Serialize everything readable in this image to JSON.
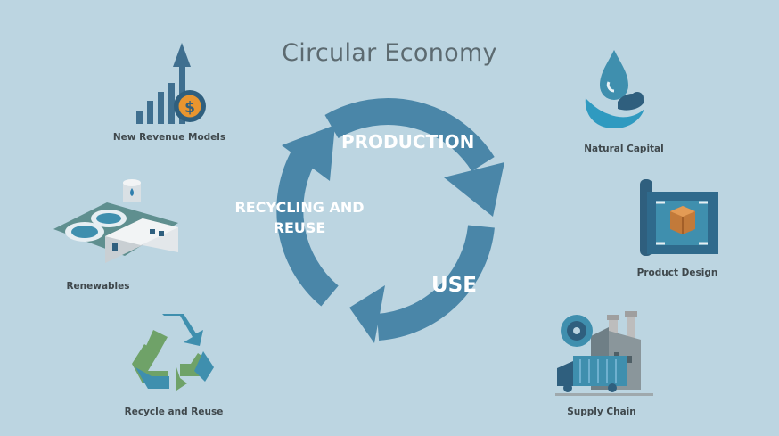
{
  "diagram": {
    "title": "Circular Economy",
    "cycle": {
      "production": "PRODUCTION",
      "recycling_line1": "RECYCLING AND",
      "recycling_line2": "REUSE",
      "use": "USE"
    },
    "nodes": {
      "new_revenue_models": {
        "label": "New Revenue Models",
        "icon": "revenue-chart-icon"
      },
      "renewables": {
        "label": "Renewables",
        "icon": "water-treatment-plant-icon"
      },
      "recycle_and_reuse": {
        "label": "Recycle and Reuse",
        "icon": "recycle-icon"
      },
      "natural_capital": {
        "label": "Natural Capital",
        "icon": "water-drop-hand-icon"
      },
      "product_design": {
        "label": "Product Design",
        "icon": "blueprint-box-icon"
      },
      "supply_chain": {
        "label": "Supply Chain",
        "icon": "factory-truck-icon"
      }
    },
    "colors": {
      "background": "#bcd5e1",
      "arrow": "#4a86a8",
      "icon_dark": "#2f5f7e",
      "icon_teal": "#3f8fae",
      "recycle_green": "#6fa268",
      "recycle_blue": "#3f8fae"
    }
  }
}
